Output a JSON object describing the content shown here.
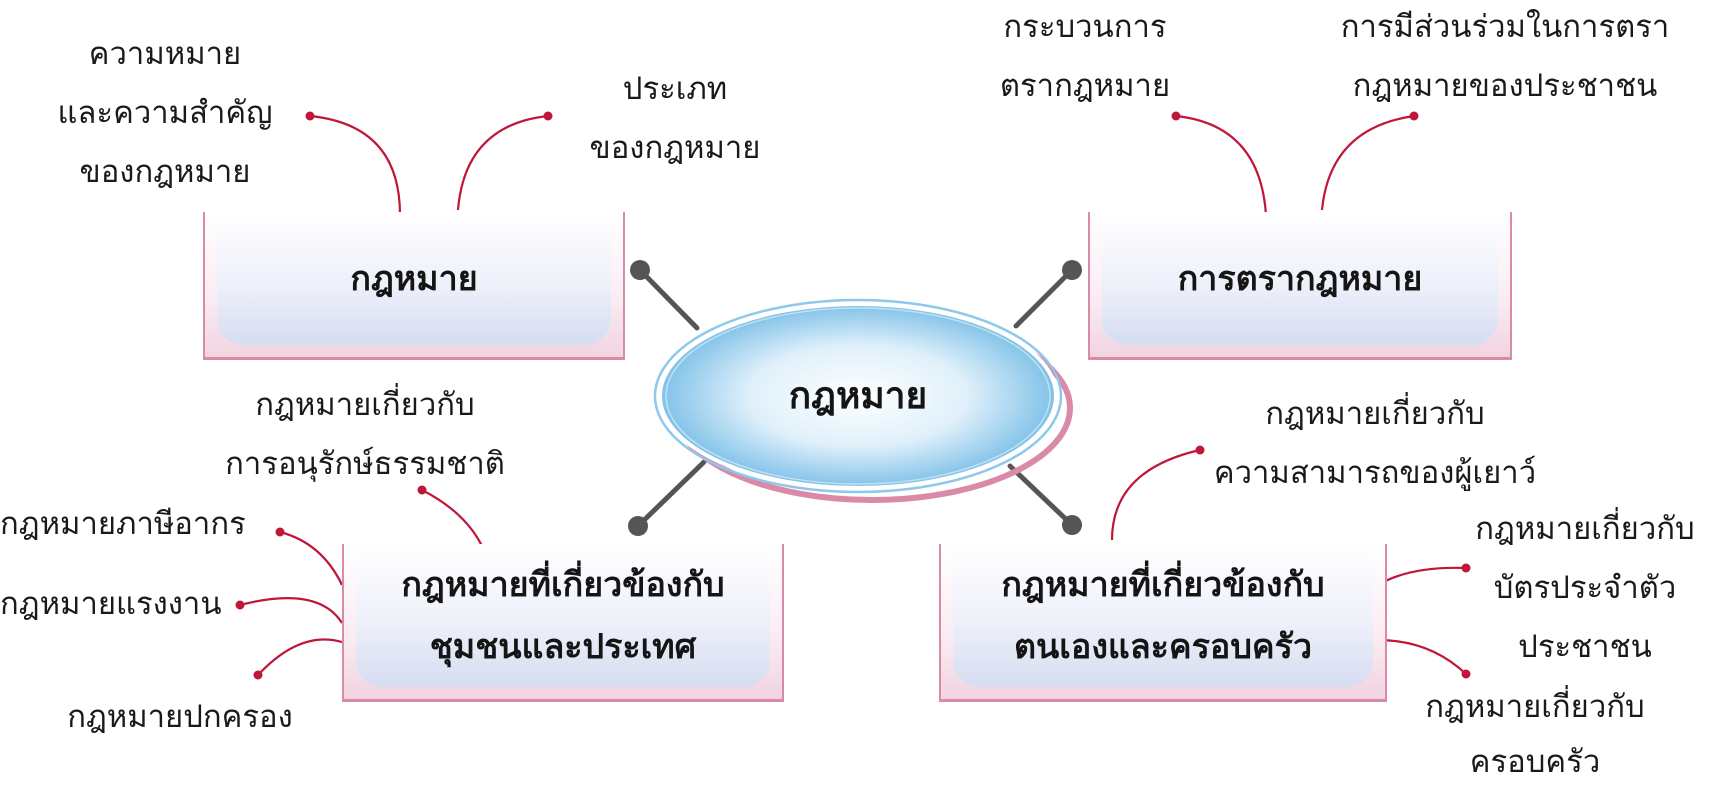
{
  "diagram": {
    "center": {
      "label": "กฎหมาย"
    },
    "topics": [
      {
        "id": "law",
        "label_lines": [
          "กฎหมาย"
        ],
        "subtopics": [
          {
            "lines": [
              "ความหมาย",
              "และความสำคัญ",
              "ของกฎหมาย"
            ]
          },
          {
            "lines": [
              "ประเภท",
              "ของกฎหมาย"
            ]
          }
        ]
      },
      {
        "id": "legislation",
        "label_lines": [
          "การตรากฎหมาย"
        ],
        "subtopics": [
          {
            "lines": [
              "กระบวนการ",
              "ตรากฎหมาย"
            ]
          },
          {
            "lines": [
              "การมีส่วนร่วมในการตรา",
              "กฎหมายของประชาชน"
            ]
          }
        ]
      },
      {
        "id": "community",
        "label_lines": [
          "กฎหมายที่เกี่ยวข้องกับ",
          "ชุมชนและประเทศ"
        ],
        "subtopics": [
          {
            "lines": [
              "กฎหมายเกี่ยวกับ",
              "การอนุรักษ์ธรรมชาติ"
            ]
          },
          {
            "lines": [
              "กฎหมายภาษีอากร"
            ]
          },
          {
            "lines": [
              "กฎหมายแรงงาน"
            ]
          },
          {
            "lines": [
              "กฎหมายปกครอง"
            ]
          }
        ]
      },
      {
        "id": "family",
        "label_lines": [
          "กฎหมายที่เกี่ยวข้องกับ",
          "ตนเองและครอบครัว"
        ],
        "subtopics": [
          {
            "lines": [
              "กฎหมายเกี่ยวกับ",
              "ความสามารถของผู้เยาว์"
            ]
          },
          {
            "lines": [
              "กฎหมายเกี่ยวกับ",
              "บัตรประจำตัว",
              "ประชาชน"
            ]
          },
          {
            "lines": [
              "กฎหมายเกี่ยวกับ",
              "ครอบครัว"
            ]
          }
        ]
      }
    ],
    "colors": {
      "connector_red": "#c0163a",
      "spoke_gray": "#555555",
      "box_border_pink": "#d98aa8",
      "ellipse_blue": "#8ec8ea"
    }
  }
}
